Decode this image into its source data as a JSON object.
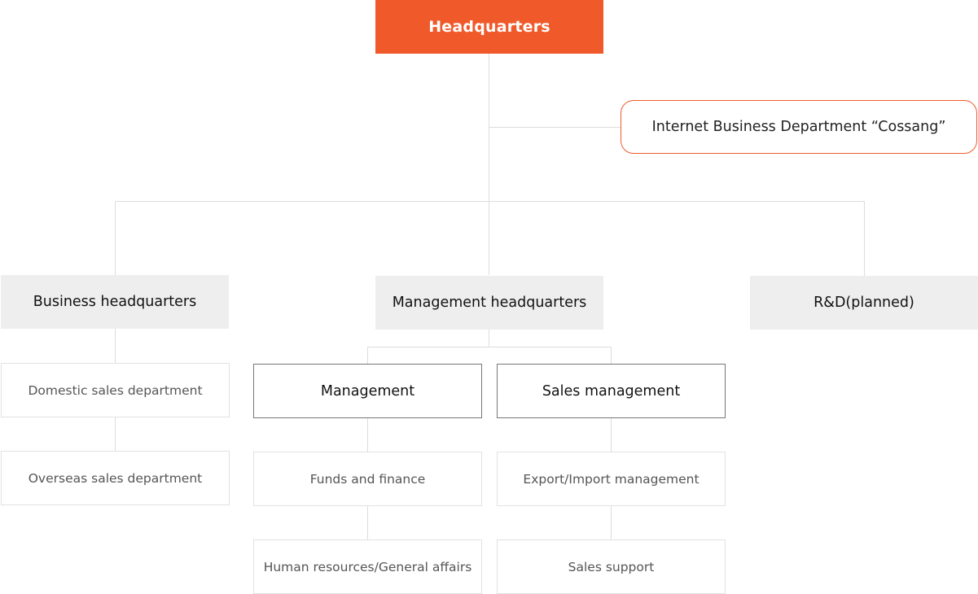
{
  "headquarters": "Headquarters",
  "internet_dept": "Internet Business Department “Cossang”",
  "business_hq": {
    "label": "Business headquarters",
    "departments": [
      "Domestic sales department",
      "Overseas sales department"
    ]
  },
  "management_hq": {
    "label": "Management headquarters",
    "management": {
      "label": "Management",
      "items": [
        "Funds and finance",
        "Human resources/General affairs"
      ]
    },
    "sales_management": {
      "label": "Sales management",
      "items": [
        "Export/Import management",
        "Sales support"
      ]
    }
  },
  "rnd": "R&D(planned)",
  "colors": {
    "accent": "#f05a2b",
    "panel": "#eeeeee",
    "connector": "#dddddd",
    "box_border": "#777777",
    "leaf_border": "#e2e2e2"
  }
}
